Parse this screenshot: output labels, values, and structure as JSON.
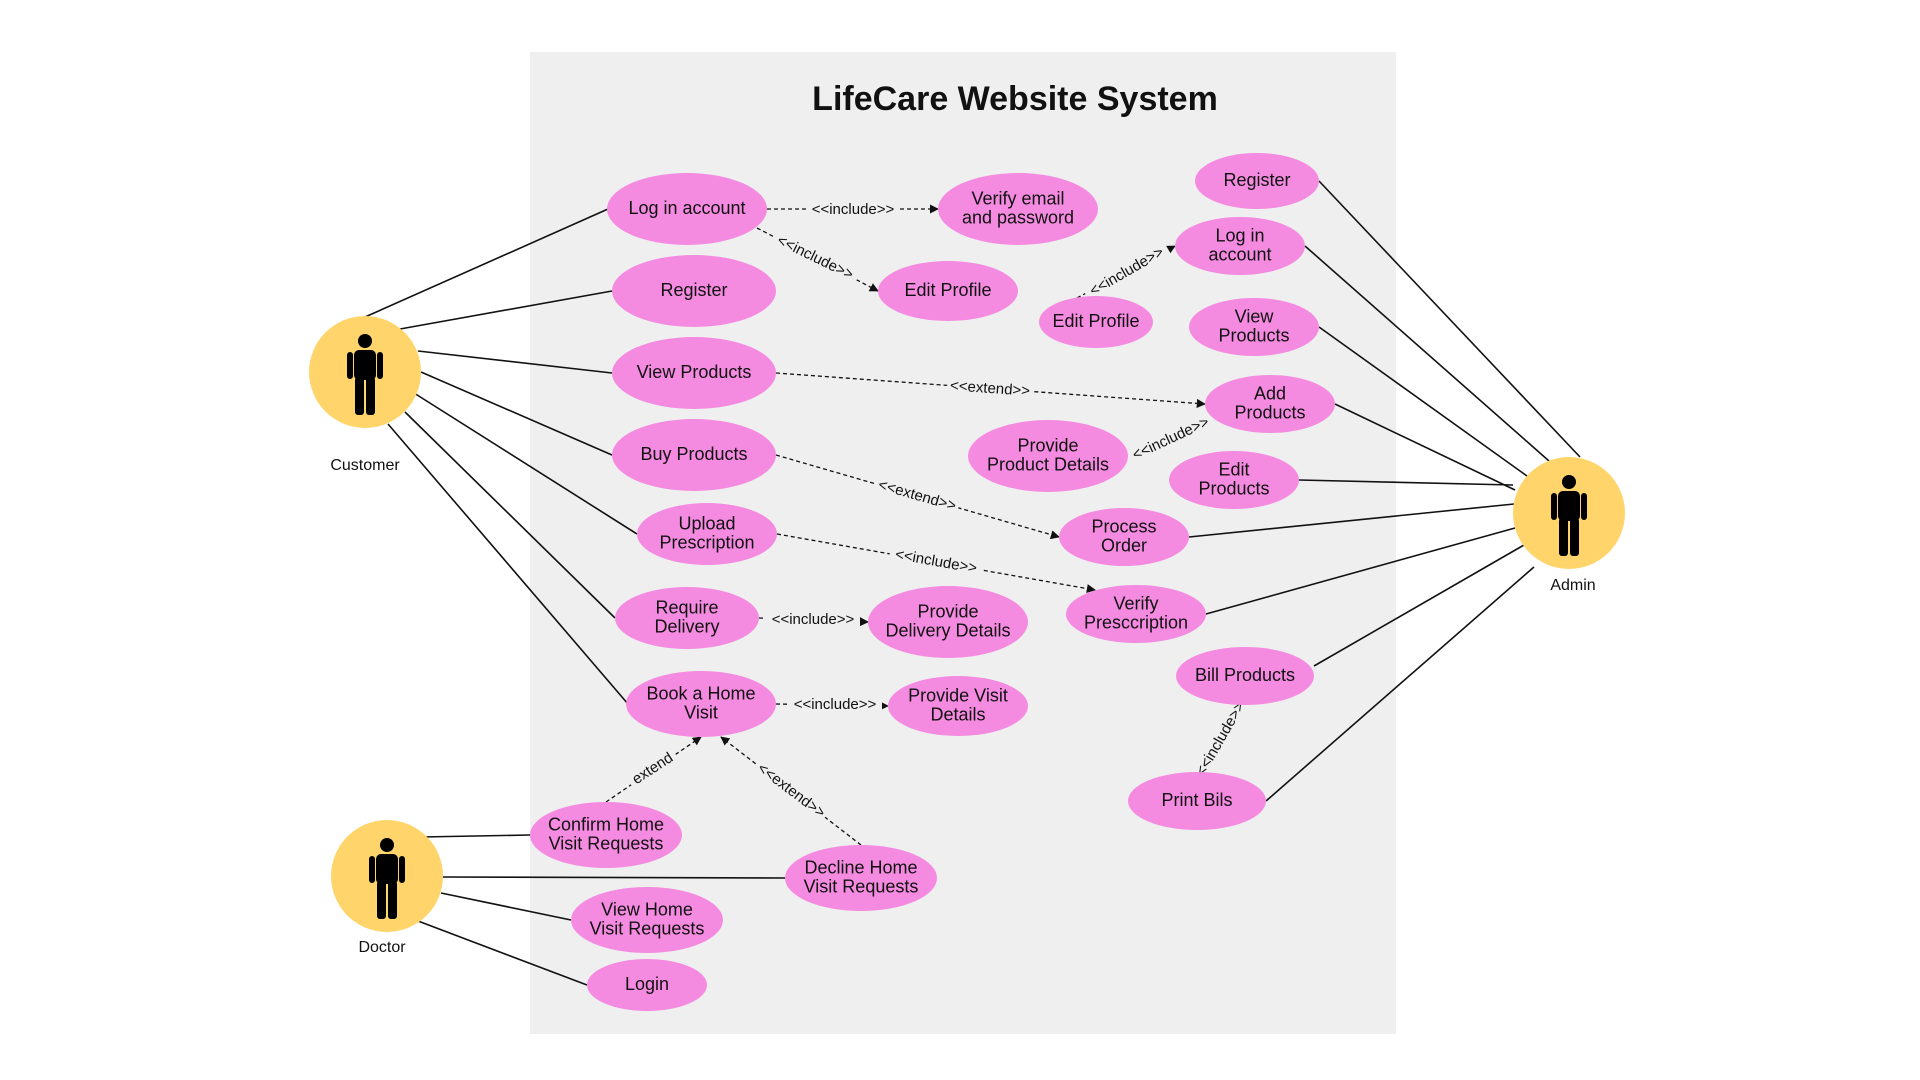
{
  "diagram": {
    "title": "LifeCare Website System",
    "colors": {
      "background": "#ffffff",
      "boundary": "#efefef",
      "use_case": "#f48be0",
      "actor": "#ffd56b",
      "figure": "#000000",
      "line": "#111111"
    },
    "actors": {
      "customer": {
        "name": "Customer",
        "icon": "person-icon"
      },
      "doctor": {
        "name": "Doctor",
        "icon": "person-icon"
      },
      "admin": {
        "name": "Admin",
        "icon": "person-icon"
      }
    },
    "use_cases": {
      "c_login": [
        "Log in account"
      ],
      "c_verify": [
        "Verify email",
        "and password"
      ],
      "c_register": [
        "Register"
      ],
      "c_edit_profile": [
        "Edit Profile"
      ],
      "c_view_products": [
        "View Products"
      ],
      "c_buy_products": [
        "Buy Products"
      ],
      "c_upload_rx": [
        "Upload",
        "Prescription"
      ],
      "c_require_delivery": [
        "Require",
        "Delivery"
      ],
      "c_delivery_details": [
        "Provide",
        "Delivery Details"
      ],
      "c_book_visit": [
        "Book a Home",
        "Visit"
      ],
      "c_visit_details": [
        "Provide Visit",
        "Details"
      ],
      "d_confirm": [
        "Confirm Home",
        "Visit Requests"
      ],
      "d_decline": [
        "Decline Home",
        "Visit Requests"
      ],
      "d_view": [
        "View Home",
        "Visit Requests"
      ],
      "d_login": [
        "Login"
      ],
      "a_register": [
        "Register"
      ],
      "a_login": [
        "Log in",
        "account"
      ],
      "a_edit_profile": [
        "Edit Profile"
      ],
      "a_view_products": [
        "View",
        "Products"
      ],
      "a_add_products": [
        "Add",
        "Products"
      ],
      "a_product_details": [
        "Provide",
        "Product Details"
      ],
      "a_edit_products": [
        "Edit",
        "Products"
      ],
      "a_process_order": [
        "Process",
        "Order"
      ],
      "a_verify_rx": [
        "Verify",
        "Presccription"
      ],
      "a_bill": [
        "Bill Products"
      ],
      "a_print": [
        "Print Bils"
      ]
    },
    "associations": [
      {
        "actor": "customer",
        "use_case": "c_login"
      },
      {
        "actor": "customer",
        "use_case": "c_register"
      },
      {
        "actor": "customer",
        "use_case": "c_view_products"
      },
      {
        "actor": "customer",
        "use_case": "c_buy_products"
      },
      {
        "actor": "customer",
        "use_case": "c_upload_rx"
      },
      {
        "actor": "customer",
        "use_case": "c_require_delivery"
      },
      {
        "actor": "customer",
        "use_case": "c_book_visit"
      },
      {
        "actor": "doctor",
        "use_case": "d_confirm"
      },
      {
        "actor": "doctor",
        "use_case": "d_decline"
      },
      {
        "actor": "doctor",
        "use_case": "d_view"
      },
      {
        "actor": "doctor",
        "use_case": "d_login"
      },
      {
        "actor": "admin",
        "use_case": "a_register"
      },
      {
        "actor": "admin",
        "use_case": "a_login"
      },
      {
        "actor": "admin",
        "use_case": "a_view_products"
      },
      {
        "actor": "admin",
        "use_case": "a_add_products"
      },
      {
        "actor": "admin",
        "use_case": "a_edit_products"
      },
      {
        "actor": "admin",
        "use_case": "a_process_order"
      },
      {
        "actor": "admin",
        "use_case": "a_verify_rx"
      },
      {
        "actor": "admin",
        "use_case": "a_bill"
      },
      {
        "actor": "admin",
        "use_case": "a_print"
      }
    ],
    "relations": [
      {
        "label": "<<include>>",
        "from": "c_login",
        "to": "c_verify"
      },
      {
        "label": "<<include>>",
        "from": "c_login",
        "to": "c_edit_profile"
      },
      {
        "label": "<<extend>>",
        "from": "c_view_products",
        "to": "a_add_products"
      },
      {
        "label": "<<extend>>",
        "from": "c_buy_products",
        "to": "a_process_order"
      },
      {
        "label": "<<include>>",
        "from": "c_upload_rx",
        "to": "a_verify_rx"
      },
      {
        "label": "<<include>>",
        "from": "c_require_delivery",
        "to": "c_delivery_details"
      },
      {
        "label": "<<include>>",
        "from": "c_book_visit",
        "to": "c_visit_details"
      },
      {
        "label": "extend",
        "from": "d_confirm",
        "to": "c_book_visit"
      },
      {
        "label": "<<extend>>",
        "from": "d_decline",
        "to": "c_book_visit"
      },
      {
        "label": "<<include>>",
        "from": "a_edit_profile",
        "to": "a_login"
      },
      {
        "label": "<<include>>",
        "from": "a_product_details",
        "to": "a_add_products"
      },
      {
        "label": "<<include>>",
        "from": "a_print",
        "to": "a_bill"
      }
    ]
  }
}
